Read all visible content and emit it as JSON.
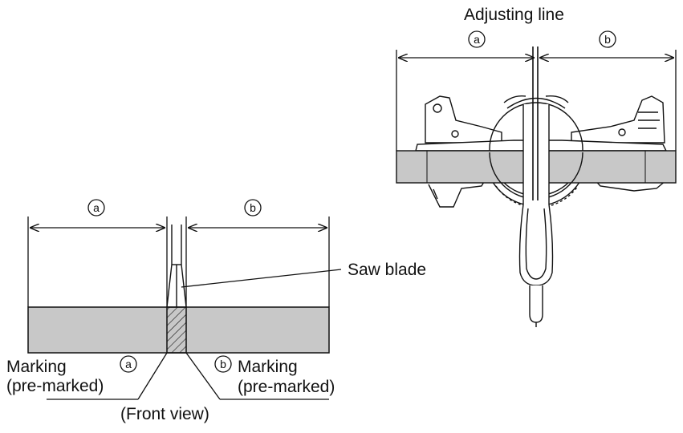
{
  "labels": {
    "adjusting_line": "Adjusting line",
    "saw_blade": "Saw blade",
    "marking_a_line1": "Marking",
    "marking_a_line2": "(pre-marked)",
    "marking_b_line1": "Marking",
    "marking_b_line2": "(pre-marked)",
    "front_view": "(Front view)"
  },
  "markers": {
    "a": "a",
    "b": "b"
  },
  "colors": {
    "workpiece": "#c8c8c8",
    "line": "#111111"
  }
}
